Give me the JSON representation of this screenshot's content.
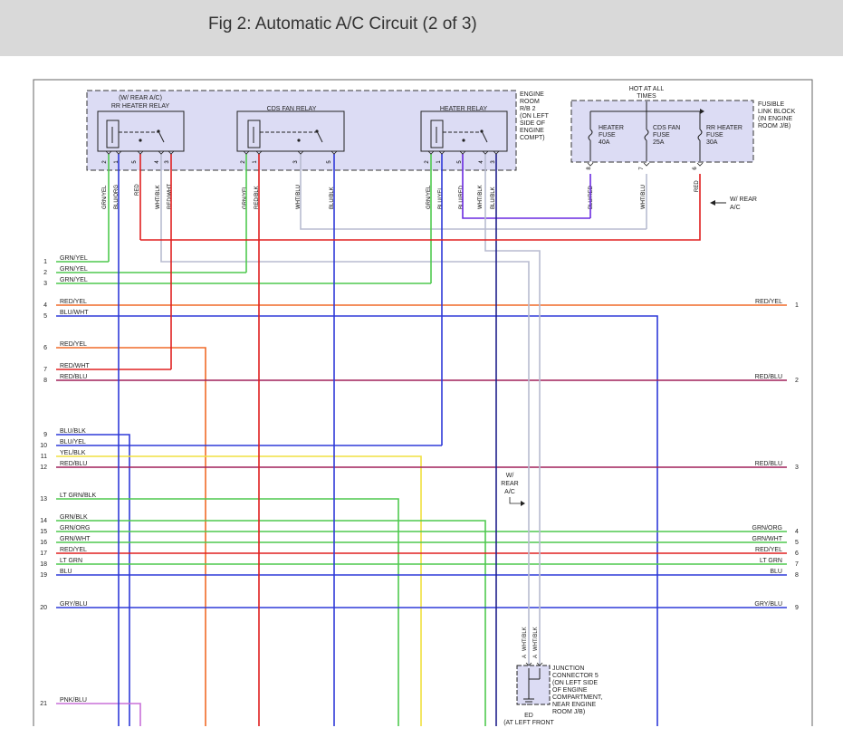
{
  "page": {
    "title": "Fig 2: Automatic A/C Circuit (2 of 3)"
  },
  "colors": {
    "green": "#4fc94f",
    "blue": "#2f3ad8",
    "red": "#e02020",
    "orange": "#f06a28",
    "maroon": "#a0205a",
    "silver": "#b8bcd0",
    "yellow": "#f0e040",
    "purple": "#6a2ae0",
    "magenta": "#c870d8",
    "navy": "#20208a",
    "box_fill": "#dcdcf4"
  },
  "relay_block": {
    "name_lines": [
      "ENGINE",
      "ROOM",
      "R/B 2",
      "(ON LEFT",
      "SIDE OF",
      "ENGINE",
      "COMPT)"
    ],
    "relays": [
      {
        "title_lines": [
          "(W/ REAR A/C)",
          "RR HEATER RELAY"
        ],
        "pins": [
          "2",
          "1",
          "5",
          "4",
          "3"
        ],
        "wires": [
          "GRN/YEL",
          "BLU/ORG",
          "RED",
          "WHT/BLK",
          "RED/WHT"
        ]
      },
      {
        "title_lines": [
          "CDS FAN RELAY"
        ],
        "pins": [
          "2",
          "1",
          "3",
          "5"
        ],
        "wires": [
          "GRN/YEL",
          "RED/BLK",
          "WHT/BLU",
          "BLU/BLK"
        ]
      },
      {
        "title_lines": [
          "HEATER RELAY"
        ],
        "pins": [
          "2",
          "1",
          "5",
          "4",
          "3"
        ],
        "wires": [
          "GRN/YEL",
          "BLU/YEL",
          "BLU/RED",
          "WHT/BLK",
          "BLU/BLK"
        ]
      }
    ]
  },
  "fuse_block": {
    "hot_label_lines": [
      "HOT AT ALL",
      "TIMES"
    ],
    "name_lines": [
      "FUSIBLE",
      "LINK BLOCK",
      "(IN ENGINE",
      "ROOM J/B)"
    ],
    "fuses": [
      {
        "label_lines": [
          "HEATER",
          "FUSE",
          "40A"
        ],
        "pin": "8",
        "wire": "BLU/RED"
      },
      {
        "label_lines": [
          "CDS FAN",
          "FUSE",
          "25A"
        ],
        "pin": "7",
        "wire": "WHT/BLU"
      },
      {
        "label_lines": [
          "RR HEATER",
          "FUSE",
          "30A"
        ],
        "pin": "6",
        "wire": "RED"
      }
    ],
    "rear_note_lines": [
      "W/ REAR",
      "A/C"
    ]
  },
  "left_rows": [
    {
      "num": "1",
      "label": "GRN/YEL"
    },
    {
      "num": "2",
      "label": "GRN/YEL"
    },
    {
      "num": "3",
      "label": "GRN/YEL"
    },
    {
      "num": "4",
      "label": "RED/YEL"
    },
    {
      "num": "5",
      "label": "BLU/WHT"
    },
    {
      "num": "6",
      "label": "RED/YEL"
    },
    {
      "num": "7",
      "label": "RED/WHT"
    },
    {
      "num": "8",
      "label": "RED/BLU"
    },
    {
      "num": "9",
      "label": "BLU/BLK"
    },
    {
      "num": "10",
      "label": "BLU/YEL"
    },
    {
      "num": "11",
      "label": "YEL/BLK"
    },
    {
      "num": "12",
      "label": "RED/BLU"
    },
    {
      "num": "13",
      "label": "LT GRN/BLK"
    },
    {
      "num": "14",
      "label": "GRN/BLK"
    },
    {
      "num": "15",
      "label": "GRN/ORG"
    },
    {
      "num": "16",
      "label": "GRN/WHT"
    },
    {
      "num": "17",
      "label": "RED/YEL"
    },
    {
      "num": "18",
      "label": "LT GRN"
    },
    {
      "num": "19",
      "label": "BLU"
    },
    {
      "num": "20",
      "label": "GRY/BLU"
    },
    {
      "num": "21",
      "label": "PNK/BLU"
    }
  ],
  "right_rows": [
    {
      "num": "1",
      "label": "RED/YEL"
    },
    {
      "num": "2",
      "label": "RED/BLU"
    },
    {
      "num": "3",
      "label": "RED/BLU"
    },
    {
      "num": "4",
      "label": "GRN/ORG"
    },
    {
      "num": "5",
      "label": "GRN/WHT"
    },
    {
      "num": "6",
      "label": "RED/YEL"
    },
    {
      "num": "7",
      "label": "LT GRN"
    },
    {
      "num": "8",
      "label": "BLU"
    },
    {
      "num": "9",
      "label": "GRY/BLU"
    }
  ],
  "rear_ac_note_lines": [
    "W/",
    "REAR",
    "A/C"
  ],
  "junction": {
    "wire_labels": [
      "A",
      "WHT/BLK",
      "A",
      "WHT/BLK"
    ],
    "label_lines": [
      "JUNCTION",
      "CONNECTOR 5",
      "(ON LEFT SIDE",
      "OF ENGINE",
      "COMPARTMENT,",
      "NEAR ENGINE",
      "ROOM J/B)"
    ],
    "ground_lines": [
      "ED",
      "(AT LEFT FRONT"
    ]
  }
}
